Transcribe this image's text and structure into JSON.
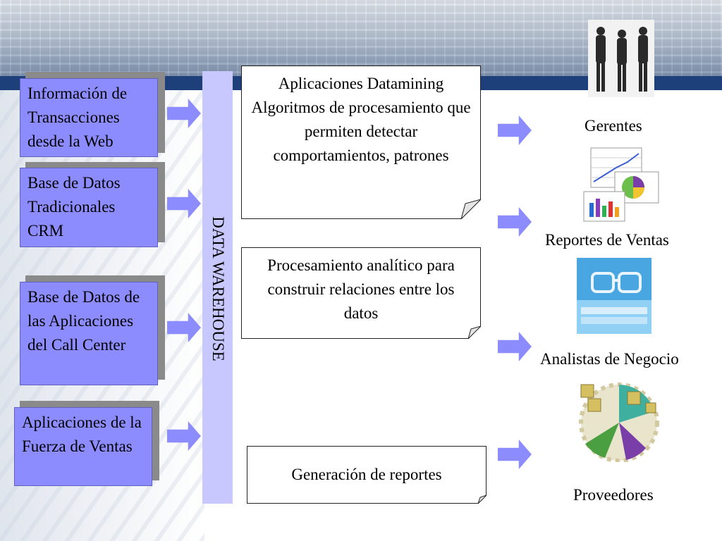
{
  "sources": [
    {
      "label": "Información de Transacciones desde la Web"
    },
    {
      "label": "Base de Datos Tradicionales CRM"
    },
    {
      "label": "Base de Datos de las Aplicaciones del Call Center"
    },
    {
      "label": "Aplicaciones de la Fuerza de Ventas"
    }
  ],
  "warehouse": {
    "label": "DATA WAREHOUSE"
  },
  "processes": [
    {
      "label": "Aplicaciones Datamining Algoritmos de procesamiento que permiten detectar comportamientos, patrones"
    },
    {
      "label": "Procesamiento analítico para construir relaciones entre los datos"
    },
    {
      "label": "Generación de reportes"
    }
  ],
  "roles": [
    {
      "label": "Gerentes",
      "icon": "business-people-icon"
    },
    {
      "label": "Reportes de Ventas",
      "icon": "charts-report-icon"
    },
    {
      "label": "Analistas de Negocio",
      "icon": "glasses-books-icon"
    },
    {
      "label": "Proveedores",
      "icon": "gears-puzzle-icon"
    }
  ],
  "colors": {
    "source_box": "#8c8cff",
    "warehouse": "#c8c8ff",
    "band": "#1d3f7a"
  }
}
